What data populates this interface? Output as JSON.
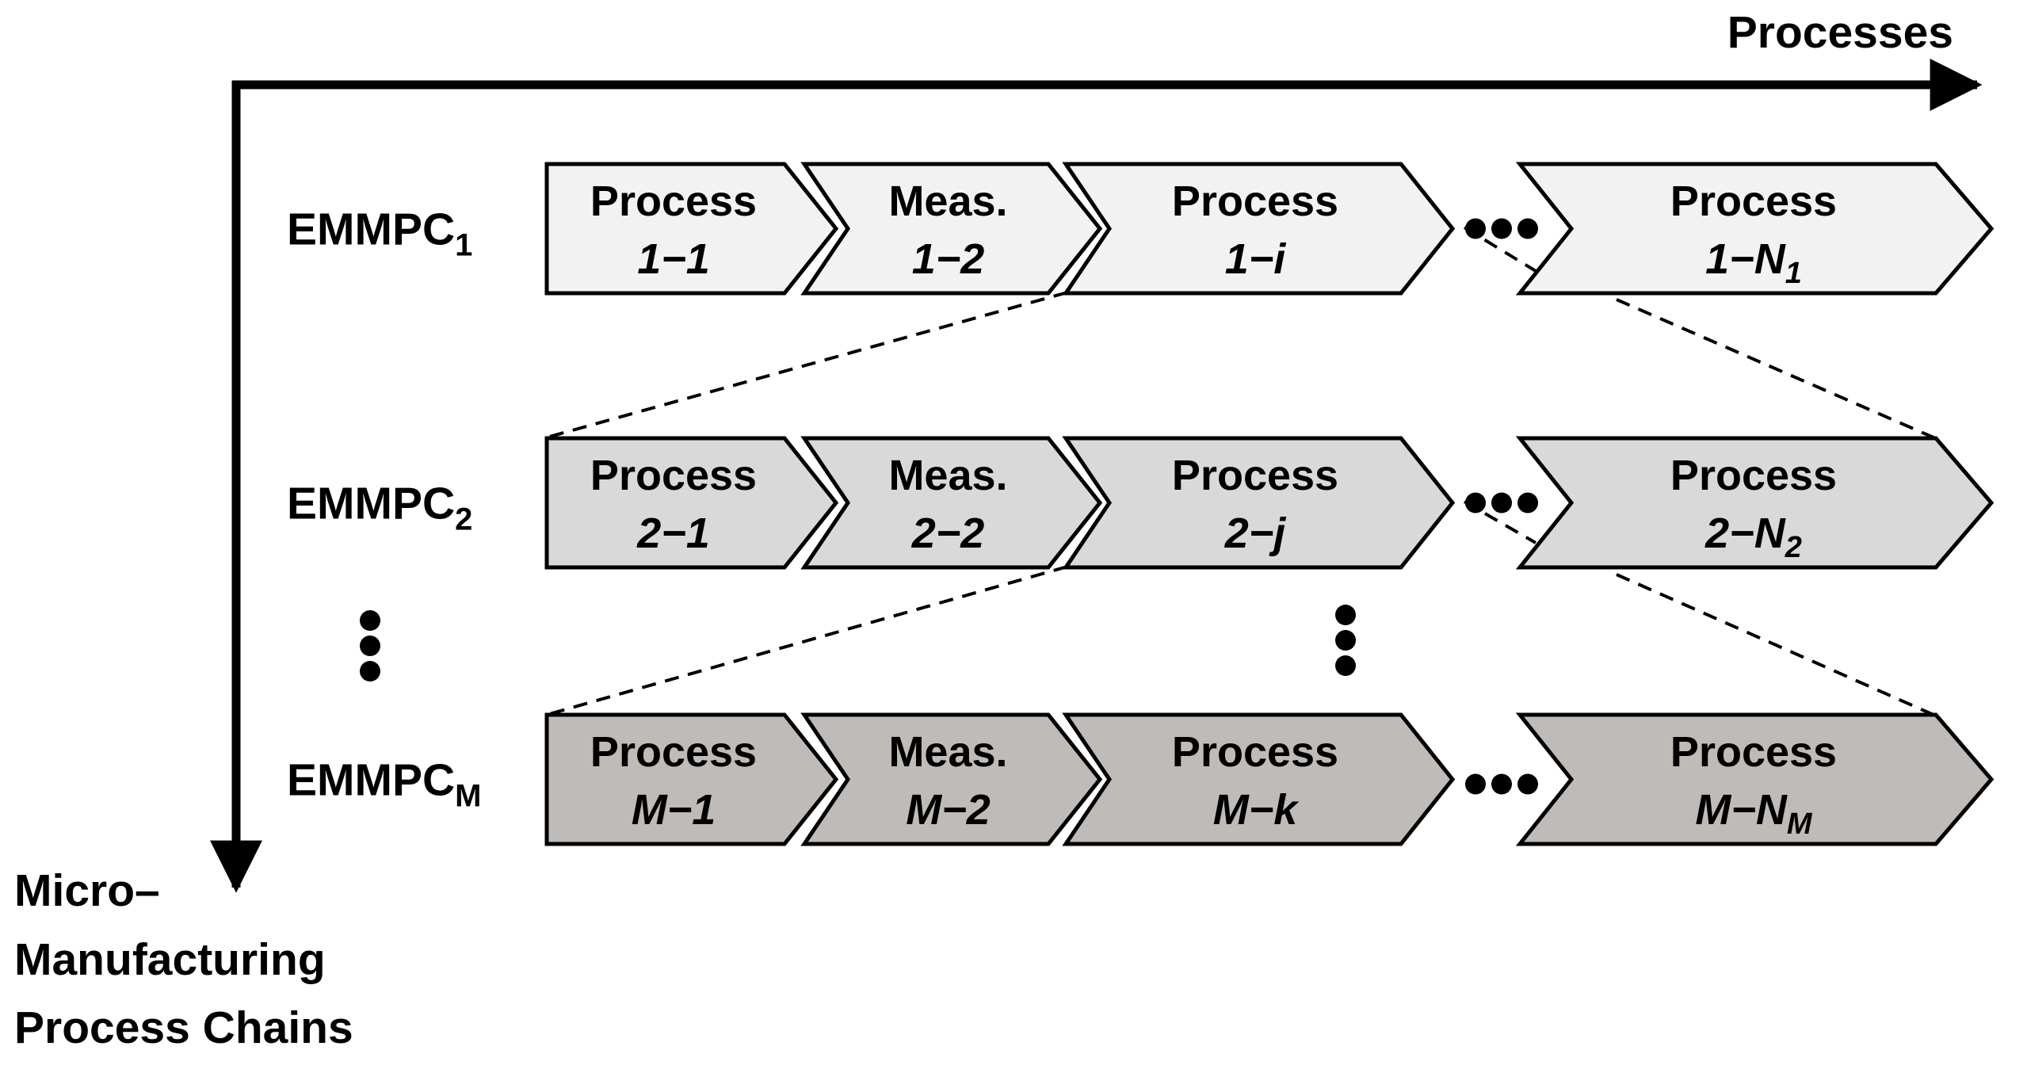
{
  "axes": {
    "horizontal_label": "Processes",
    "vertical_label_lines": [
      "Micro–",
      "Manufacturing",
      "Process Chains"
    ]
  },
  "colors": {
    "row1_fill": "#f2f2f2",
    "row2_fill": "#d9d9d9",
    "rowM_fill": "#bfbbb8",
    "stroke": "#000000"
  },
  "chains": [
    {
      "label": "EMMPC",
      "label_sub": "1",
      "steps": [
        {
          "name": "Process",
          "id": "1−1",
          "id_sub": ""
        },
        {
          "name": "Meas.",
          "id": "1−2",
          "id_sub": ""
        },
        {
          "name": "Process",
          "id": "1−i",
          "id_sub": ""
        },
        {
          "name": "Process",
          "id": "1−N",
          "id_sub": "1"
        }
      ]
    },
    {
      "label": "EMMPC",
      "label_sub": "2",
      "steps": [
        {
          "name": "Process",
          "id": "2−1",
          "id_sub": ""
        },
        {
          "name": "Meas.",
          "id": "2−2",
          "id_sub": ""
        },
        {
          "name": "Process",
          "id": "2−j",
          "id_sub": ""
        },
        {
          "name": "Process",
          "id": "2−N",
          "id_sub": "2"
        }
      ]
    },
    {
      "label": "EMMPC",
      "label_sub": "M",
      "steps": [
        {
          "name": "Process",
          "id": "M−1",
          "id_sub": ""
        },
        {
          "name": "Meas.",
          "id": "M−2",
          "id_sub": ""
        },
        {
          "name": "Process",
          "id": "M−k",
          "id_sub": ""
        },
        {
          "name": "Process",
          "id": "M−N",
          "id_sub": "M"
        }
      ]
    }
  ]
}
